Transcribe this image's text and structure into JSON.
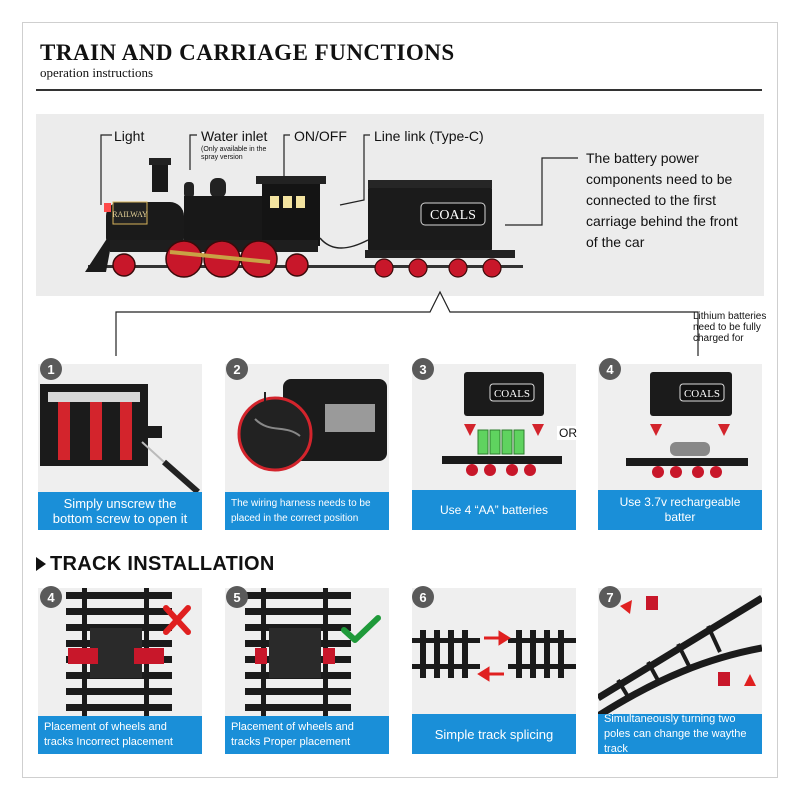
{
  "header": {
    "title": "TRAIN AND CARRIAGE FUNCTIONS",
    "subtitle": "operation instructions"
  },
  "hero": {
    "labels": {
      "light": "Light",
      "water_inlet": "Water inlet",
      "water_note": "(Only available in the spray version",
      "on_off": "ON/OFF",
      "line_link": "Line link (Type-C)"
    },
    "locomotive_text": {
      "railway": "RAILWAY"
    },
    "tender_text": "COALS",
    "battery_note": "The battery power components need to be connected to the first carriage behind the front of the car"
  },
  "lithium_note": "Lithium batteries need to be fully charged for",
  "steps_top": [
    {
      "num": "1",
      "caption": "Simply unscrew the bottom screw to open it",
      "icon": "screwdriver-icon"
    },
    {
      "num": "2",
      "caption": "The wiring harness needs to be placed in the correct position",
      "icon": "wiring-harness-icon"
    },
    {
      "num": "3",
      "caption": "Use 4 “AA” batteries",
      "icon": "aa-battery-icon"
    },
    {
      "num": "4",
      "caption": "Use 3.7v rechargeable batter",
      "icon": "lithium-battery-icon"
    }
  ],
  "or_label": "OR",
  "coals_label": "COALS",
  "track_section": {
    "title": "TRACK INSTALLATION",
    "steps": [
      {
        "num": "4",
        "caption": "Placement of wheels and tracks Incorrect placement",
        "mark": "cross-icon"
      },
      {
        "num": "5",
        "caption": "Placement of wheels and tracks Proper placement",
        "mark": "check-icon"
      },
      {
        "num": "6",
        "caption": "Simple track splicing",
        "mark": "splice-arrows-icon"
      },
      {
        "num": "7",
        "caption": "Simultaneously turning two poles can change the waythe track",
        "mark": "switch-lever-icon"
      }
    ]
  },
  "colors": {
    "caption_blue": "#1a8fd8",
    "accent_red": "#e02020",
    "check_green": "#1f9a3a"
  }
}
